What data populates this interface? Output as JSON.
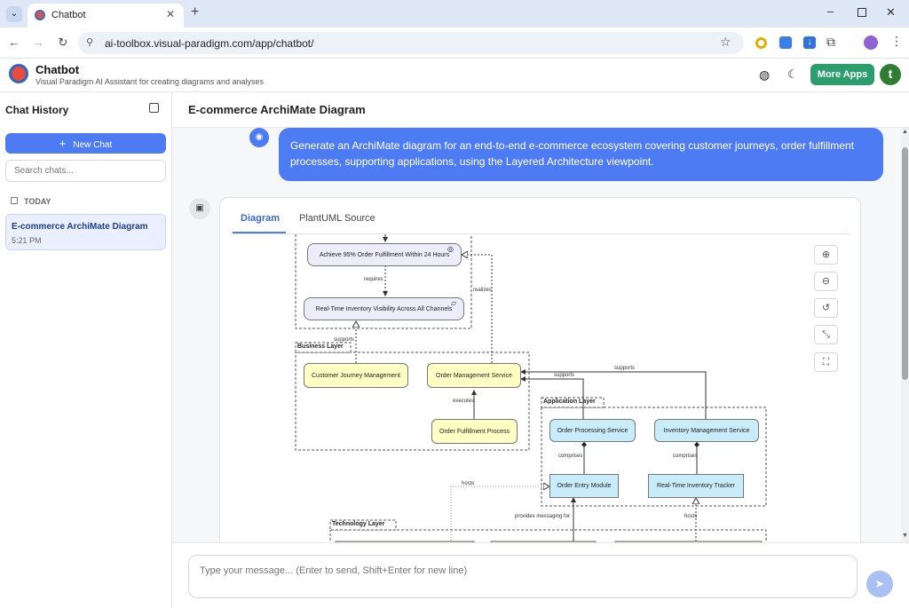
{
  "browser": {
    "tab_title": "Chatbot",
    "url": "ai-toolbox.visual-paradigm.com/app/chatbot/"
  },
  "app": {
    "title": "Chatbot",
    "subtitle": "Visual Paradigm AI Assistant for creating diagrams and analyses",
    "more_apps": "More Apps",
    "avatar_letter": "t"
  },
  "sidebar": {
    "title": "Chat History",
    "new_chat": "New Chat",
    "search_placeholder": "Search chats...",
    "section": "TODAY",
    "items": [
      {
        "title": "E-commerce ArchiMate Diagram",
        "time": "5:21 PM"
      }
    ]
  },
  "chat": {
    "title": "E-commerce ArchiMate Diagram",
    "user_message": "Generate an ArchiMate diagram for an end-to-end e-commerce ecosystem covering customer journeys, order fulfillment processes, supporting applications, using the Layered Architecture viewpoint.",
    "tabs": [
      "Diagram",
      "PlantUML Source"
    ],
    "input_placeholder": "Type your message... (Enter to send, Shift+Enter for new line)"
  },
  "diagram": {
    "groups": {
      "business": "Business Layer",
      "application": "Application Layer",
      "technology": "Technology Layer"
    },
    "nodes": {
      "goal": "Achieve 95% Order Fulfillment Within 24 Hours",
      "outcome": "Real-Time Inventory Visibility Across All Channels",
      "cjm": "Customer Journey Management",
      "oms": "Order Management Service",
      "ofp": "Order Fulfillment Process",
      "ops": "Order Processing Service",
      "ims": "Inventory Management Service",
      "oem": "Order Entry Module",
      "rit": "Real-Time Inventory Tracker"
    },
    "labels": {
      "requires": "requires",
      "realizes": "realizes",
      "supports": "supports",
      "executes": "executes",
      "comprises": "comprises",
      "hosts": "hosts",
      "provides_messaging_for": "provides messaging for"
    }
  },
  "colors": {
    "accent": "#4d7bf3",
    "brand_green": "#2c9e6e",
    "business": "#ffffc4",
    "application": "#c9ecfa",
    "motivation": "#ececfb",
    "technology": "#c9f7c4"
  }
}
